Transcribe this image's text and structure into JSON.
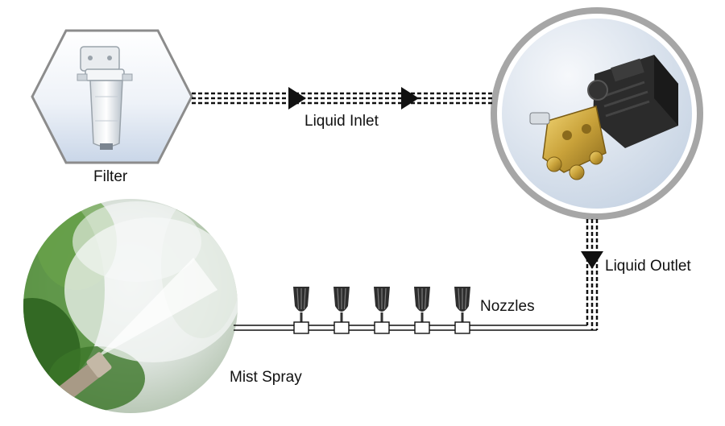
{
  "diagram": {
    "labels": {
      "filter": "Filter",
      "liquid_inlet": "Liquid Inlet",
      "liquid_outlet": "Liquid Outlet",
      "nozzles": "Nozzles",
      "mist_spray": "Mist Spray"
    },
    "nozzle_count": 5,
    "colors": {
      "line": "#111111",
      "hexagon_border": "#8c8c8c",
      "pump_ring": "#a6a6a6",
      "pump_bg": "#d4dfeb",
      "brass": "#c9a23a",
      "pump_body": "#2b2b2b",
      "foliage": "#3f7a2a",
      "mist": "#eef1f0"
    }
  }
}
